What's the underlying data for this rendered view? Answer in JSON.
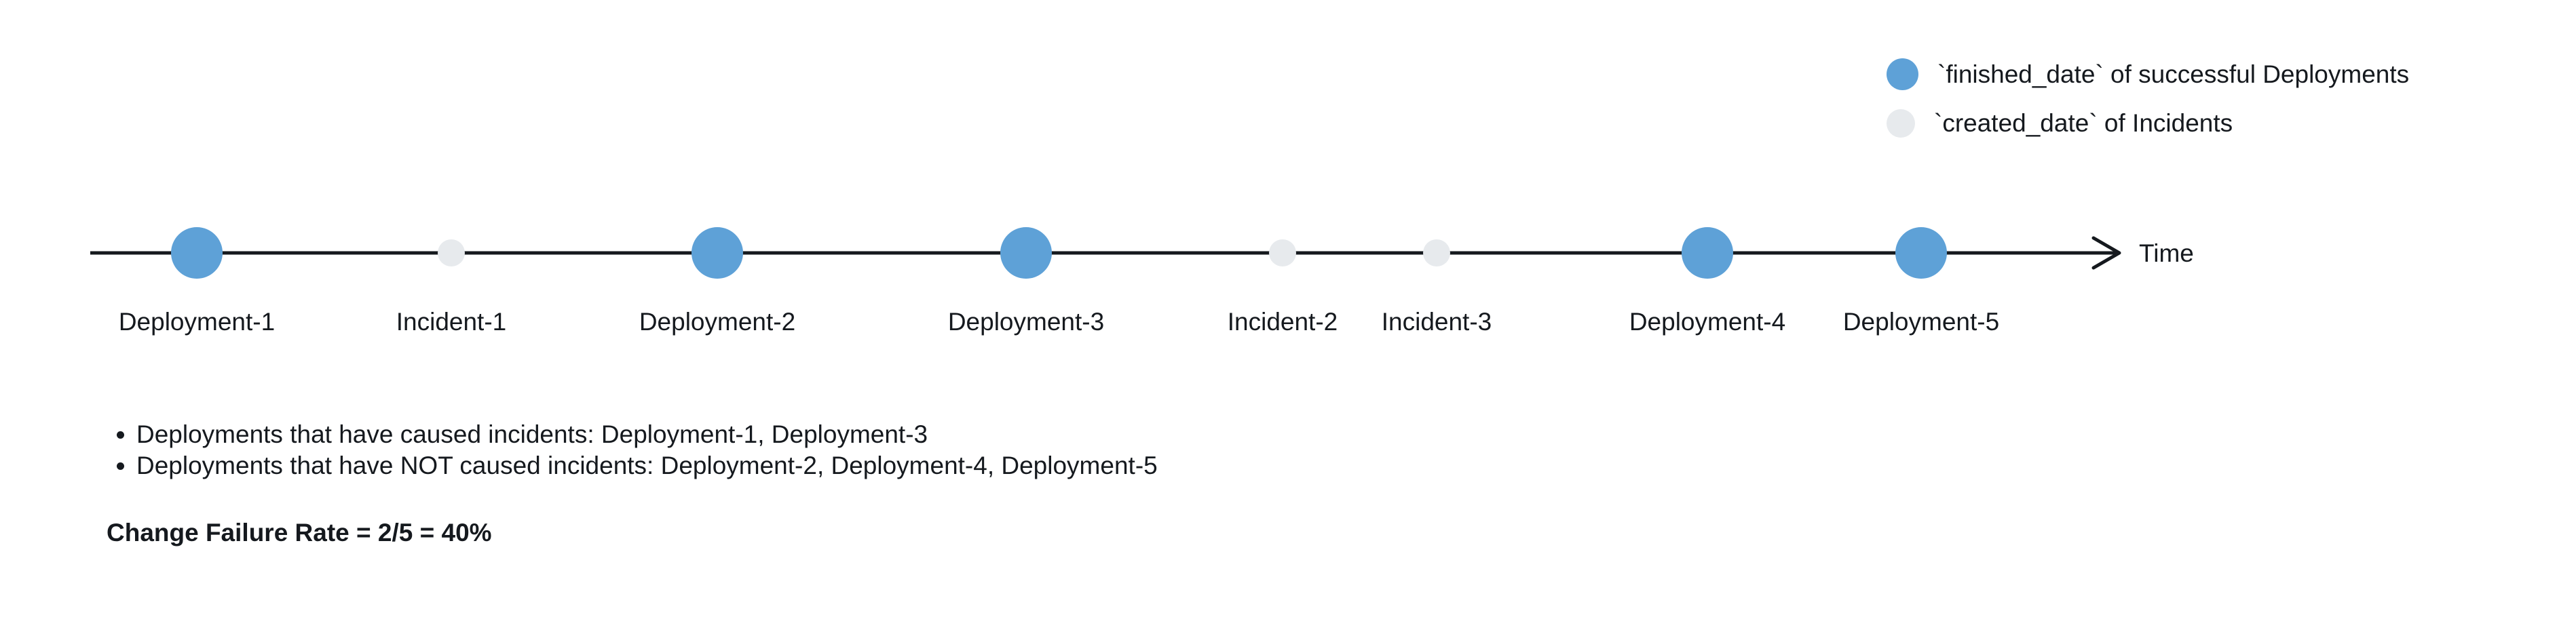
{
  "colors": {
    "deployment": "#5EA1D7",
    "incident": "#E7EAED",
    "axis": "#15191E",
    "text": "#15191E"
  },
  "legend": {
    "items": [
      {
        "id": "deployments",
        "label": "`finished_date` of successful Deployments"
      },
      {
        "id": "incidents",
        "label": "`created_date` of Incidents"
      }
    ]
  },
  "timeline": {
    "axis_label": "Time",
    "events": [
      {
        "label": "Deployment-1",
        "type": "deployment"
      },
      {
        "label": "Incident-1",
        "type": "incident"
      },
      {
        "label": "Deployment-2",
        "type": "deployment"
      },
      {
        "label": "Deployment-3",
        "type": "deployment"
      },
      {
        "label": "Incident-2",
        "type": "incident"
      },
      {
        "label": "Incident-3",
        "type": "incident"
      },
      {
        "label": "Deployment-4",
        "type": "deployment"
      },
      {
        "label": "Deployment-5",
        "type": "deployment"
      }
    ]
  },
  "notes": {
    "bullets": [
      "Deployments that have caused incidents: Deployment-1, Deployment-3",
      "Deployments that have NOT caused incidents: Deployment-2, Deployment-4, Deployment-5"
    ],
    "conclusion": "Change Failure Rate = 2/5 = 40%"
  }
}
